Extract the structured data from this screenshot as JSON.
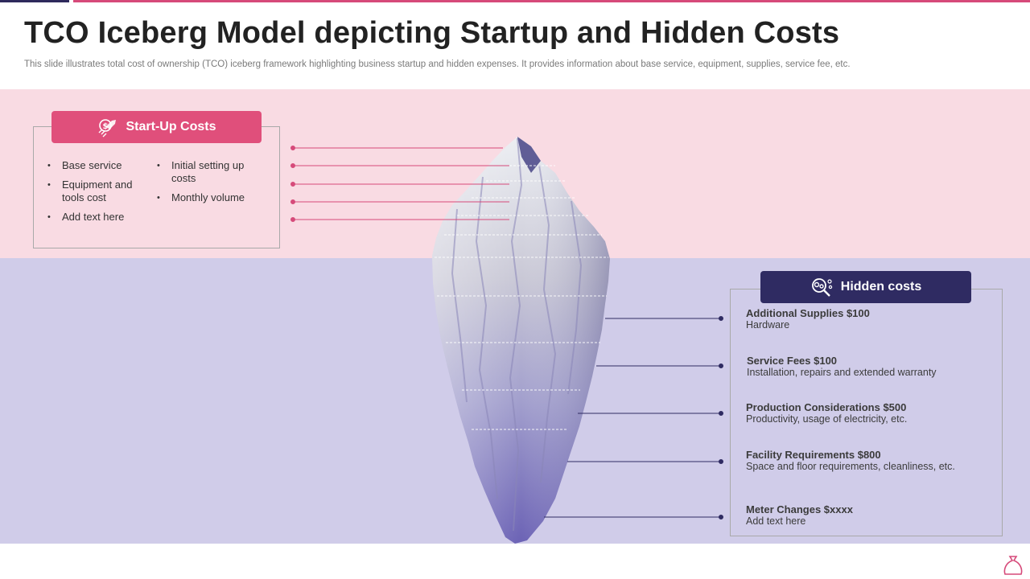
{
  "title": "TCO Iceberg Model depicting Startup and Hidden Costs",
  "subtitle": "This slide illustrates total cost of ownership (TCO) iceberg framework highlighting business startup and hidden expenses. It provides information about base service, equipment, supplies, service fee, etc.",
  "colors": {
    "pink_accent": "#e04f7b",
    "navy_accent": "#2f2b62",
    "pink_band": "#f9dbe3",
    "purple_band": "#d0cce9"
  },
  "startup": {
    "header": "Start-Up Costs",
    "icon": "rocket-dollar-icon",
    "left_items": [
      "Base service",
      "Equipment and tools cost",
      "Add text here"
    ],
    "right_items": [
      "Initial setting up costs",
      "Monthly volume"
    ]
  },
  "hidden": {
    "header": "Hidden costs",
    "icon": "magnifier-gears-icon",
    "items": [
      {
        "title": "Additional Supplies $100",
        "desc": "Hardware"
      },
      {
        "title": "Service Fees $100",
        "desc": "Installation, repairs and extended warranty"
      },
      {
        "title": "Production Considerations  $500",
        "desc": "Productivity, usage of electricity, etc."
      },
      {
        "title": "Facility Requirements $800",
        "desc": "Space and floor requirements,  cleanliness, etc."
      },
      {
        "title": "Meter Changes $xxxx",
        "desc": "Add text here"
      }
    ]
  }
}
